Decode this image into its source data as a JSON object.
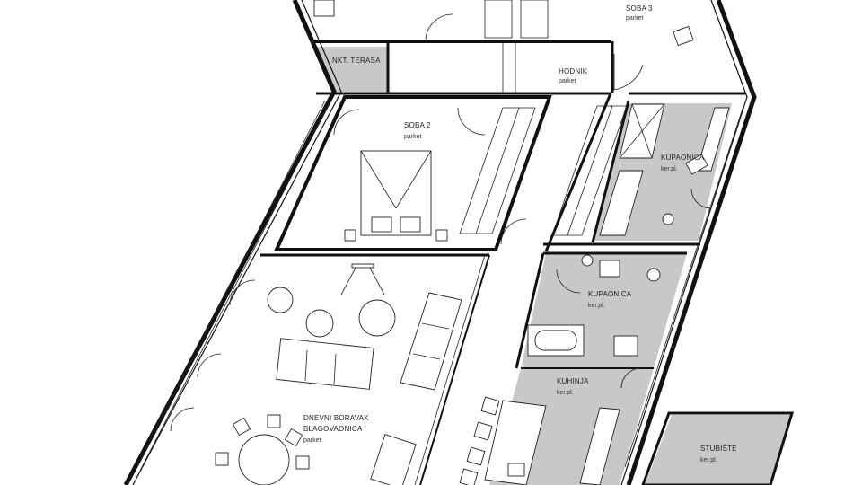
{
  "rooms": {
    "soba3": {
      "name": "SOBA 3",
      "floor": "parket"
    },
    "terasa": {
      "name": "NKT. TERASA",
      "floor": ""
    },
    "hodnik": {
      "name": "HODNIK",
      "floor": "parket"
    },
    "soba2": {
      "name": "SOBA 2",
      "floor": "parket"
    },
    "kupaonica1": {
      "name": "KUPAONICA",
      "floor": "ker.pl."
    },
    "kupaonica2": {
      "name": "KUPAONICA",
      "floor": "ker.pl."
    },
    "kuhinja": {
      "name": "KUHINJA",
      "floor": "ker.pl."
    },
    "boravak": {
      "name": "DNEVNI BORAVAK",
      "name2": "BLAGOVAONICA",
      "floor": "parket"
    },
    "stubiste": {
      "name": "STUBIŠTE",
      "floor": "ker.pl."
    }
  },
  "colors": {
    "wall": "#111111",
    "tile": "#c8c8c8",
    "background": "#ffffff"
  }
}
